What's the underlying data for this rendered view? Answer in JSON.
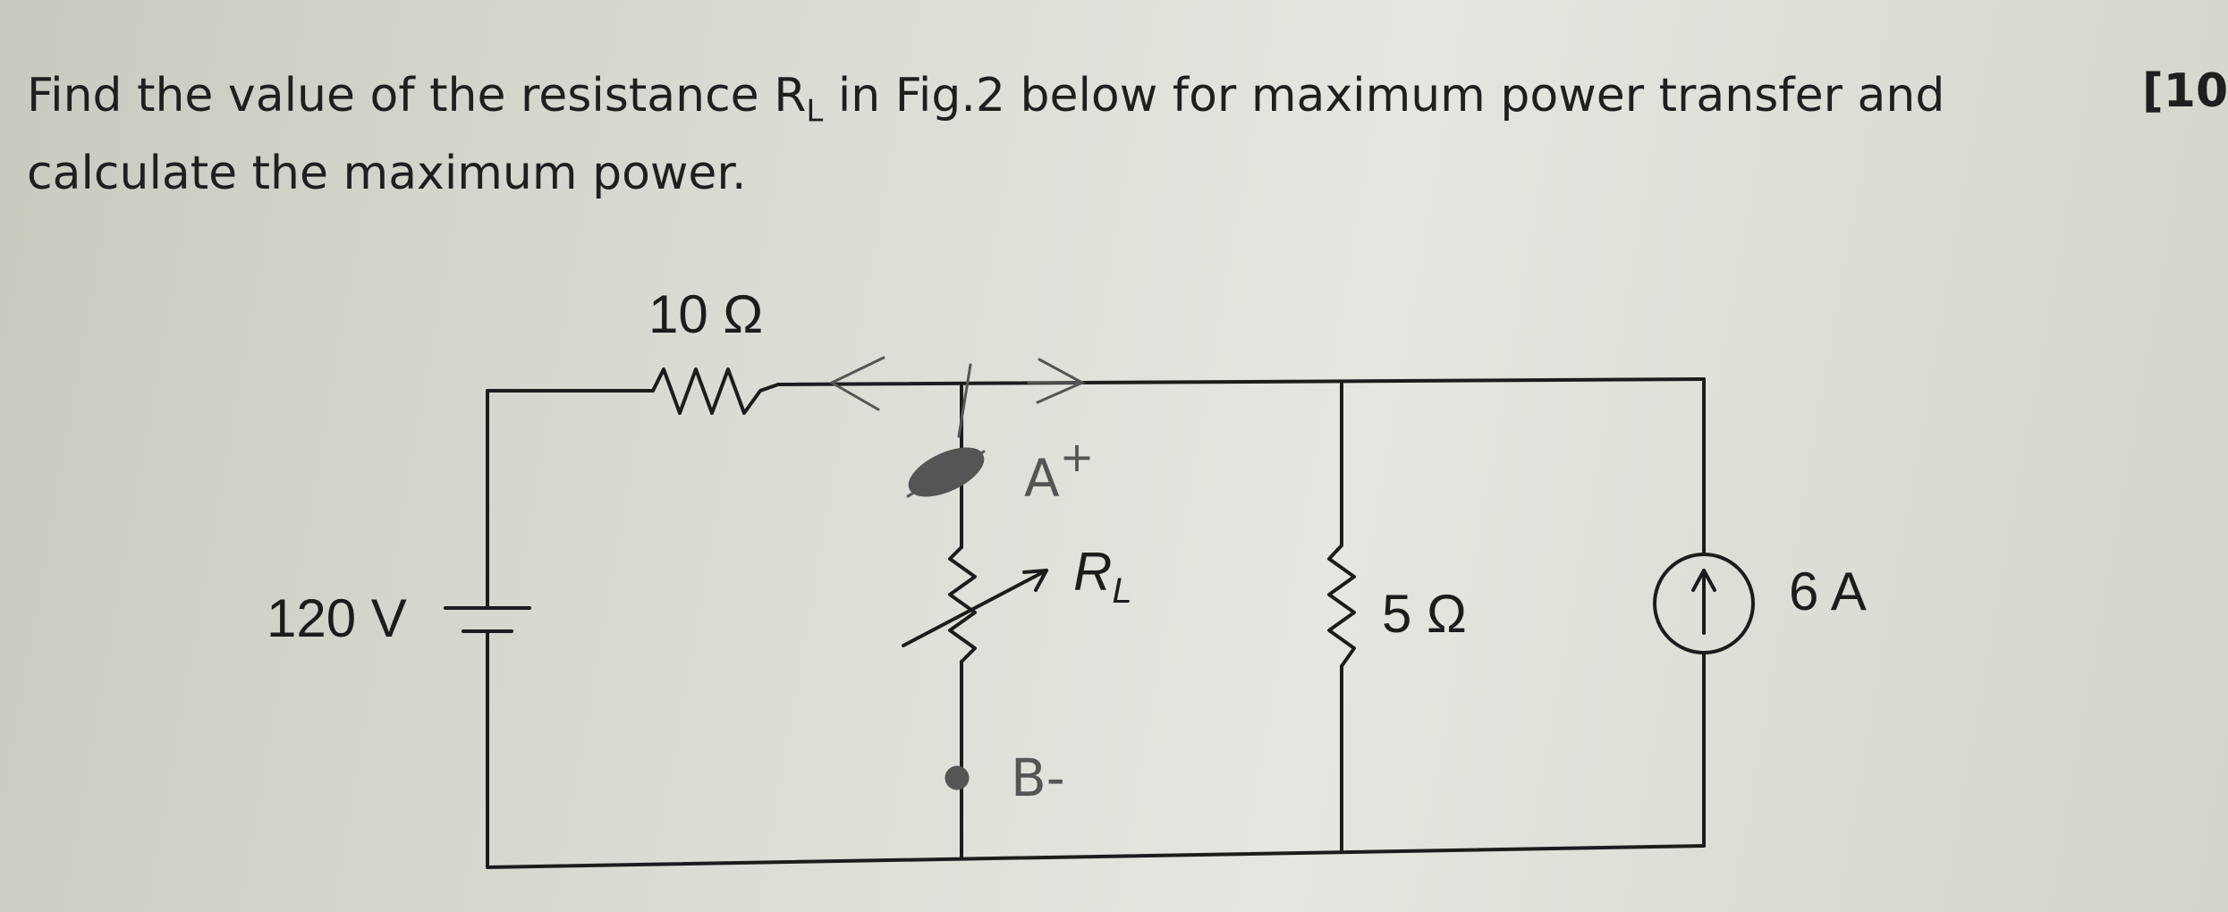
{
  "question": {
    "line1": "Find the value of the resistance R",
    "line1_sub": "L",
    "line1_rest": " in Fig.2 below for maximum power transfer and",
    "line2": "calculate the maximum power.",
    "marks": "[10"
  },
  "circuit": {
    "r_top_label": "10 Ω",
    "source_v_label": "120 V",
    "r_load_label": "R",
    "r_load_sub": "L",
    "r_right_label": "5 Ω",
    "current_source_label": "6 A",
    "node_a_label": "A",
    "node_a_sign": "+",
    "node_b_label": "B-"
  }
}
